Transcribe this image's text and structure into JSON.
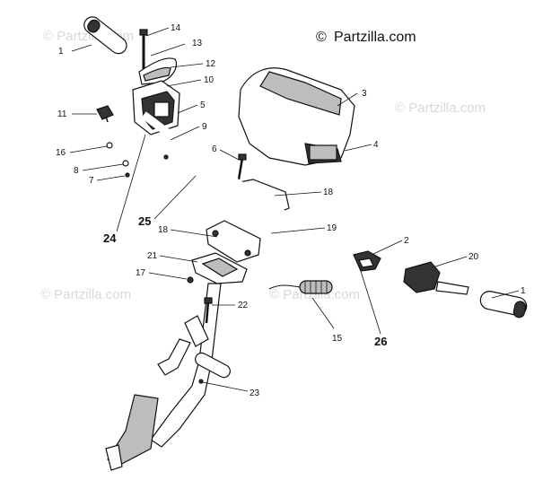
{
  "brand": {
    "copyright": "©",
    "name": "Partzilla.com"
  },
  "watermarks": [
    "© Partzilla.com",
    "© Partzilla.com",
    "© Partzilla.com",
    "© Partzilla.com"
  ],
  "callouts": {
    "c1_top": "1",
    "c14": "14",
    "c13": "13",
    "c12": "12",
    "c10": "10",
    "c11": "11",
    "c5": "5",
    "c9": "9",
    "c16": "16",
    "c8": "8",
    "c7": "7",
    "c24": "24",
    "c25": "25",
    "c6": "6",
    "c18_top": "18",
    "c3": "3",
    "c4": "4",
    "c19": "19",
    "c18_mid": "18",
    "c21": "21",
    "c2": "2",
    "c20": "20",
    "c1_right": "1",
    "c17": "17",
    "c22": "22",
    "c15": "15",
    "c26": "26",
    "c23": "23"
  }
}
